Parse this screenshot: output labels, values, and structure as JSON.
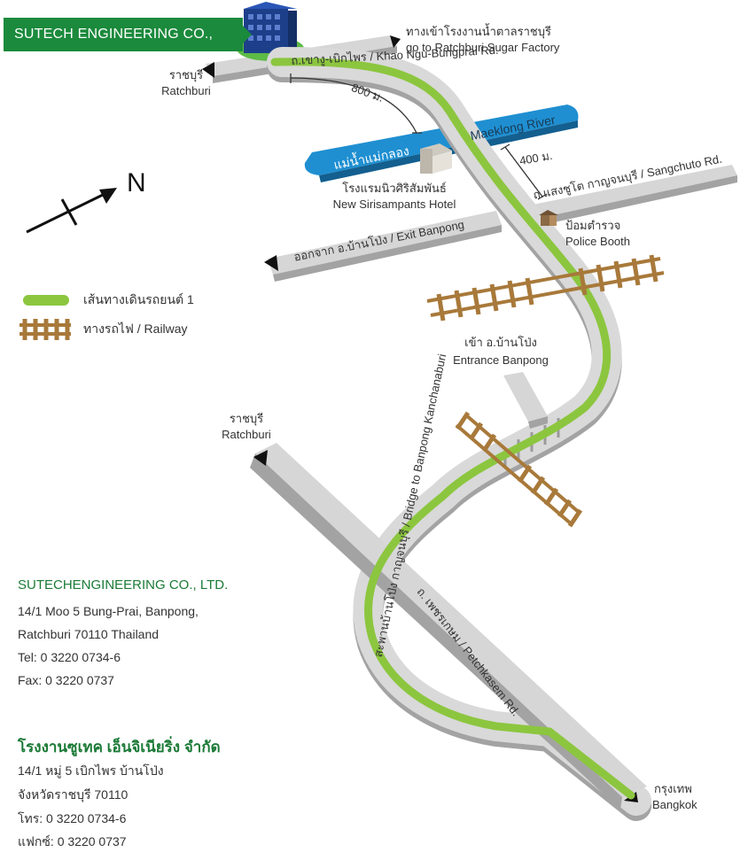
{
  "company_banner": "SUTECH ENGINEERING CO., LTD.",
  "north_label": "N",
  "colors": {
    "route": "#8cc63f",
    "road": "#d9d9d9",
    "road_side": "#a6a6a6",
    "river": "#1f8fd1",
    "railway": "#a8793a",
    "brand_green": "#1b8a3c"
  },
  "labels": {
    "sugar_factory_th": "ทางเข้าโรงงานน้ำตาลราชบุรี",
    "sugar_factory_en": "go to Ratchburi Sugar Factory",
    "ratchburi_top_th": "ราชบุรี",
    "ratchburi_top_en": "Ratchburi",
    "khao_ngu_rd": "ถ.เขางู-เบิกไพร / Khao Ngu-Bungprai Rd.",
    "dist_800": "800 ม.",
    "dist_400": "400 ม.",
    "maeklong_river": "Maeklong River",
    "river_th": "แม่น้ำแม่กลอง",
    "hotel_th": "โรงแรมนิวศิริสัมพันธ์",
    "hotel_en": "New Sirisampants Hotel",
    "sangchuto_rd": "ถ.แสงชูโต  กาญจนบุรี / Sangchuto Rd.",
    "police_th": "ป้อมตำรวจ",
    "police_en": "Police Booth",
    "exit_banpong": "ออกจาก อ.บ้านโป่ง / Exit Banpong",
    "entrance_th": "เข้า อ.บ้านโป่ง",
    "entrance_en": "Entrance Banpong",
    "ratchburi_mid_th": "ราชบุรี",
    "ratchburi_mid_en": "Ratchburi",
    "bridge_label": "สะพานบ้านโป่ง  กาญจนบุรี / Bridge to Banpong Kanchanaburi",
    "petchkasem_rd": "ถ. เพชรเกษม / Petchkasem Rd.",
    "bangkok_th": "กรุงเทพ",
    "bangkok_en": "Bangkok"
  },
  "legend": {
    "route_label": "เส้นทางเดินรถยนต์ 1",
    "railway_label": "ทางรถไฟ / Railway"
  },
  "contact_en": {
    "name": "SUTECHENGINEERING CO., LTD.",
    "address1": "14/1 Moo 5 Bung-Prai, Banpong,",
    "address2": "Ratchburi 70110 Thailand",
    "tel": "Tel: 0 3220 0734-6",
    "fax": "Fax: 0 3220 0737"
  },
  "contact_th": {
    "name": "โรงงานซูเทค เอ็นจิเนียริ่ง จำกัด",
    "address1": "14/1 หมู่ 5 เบิกไพร บ้านโป่ง",
    "address2": "จังหวัดราชบุรี 70110",
    "tel": "โทร: 0 3220 0734-6",
    "fax": "แฟกซ์: 0 3220 0737"
  }
}
